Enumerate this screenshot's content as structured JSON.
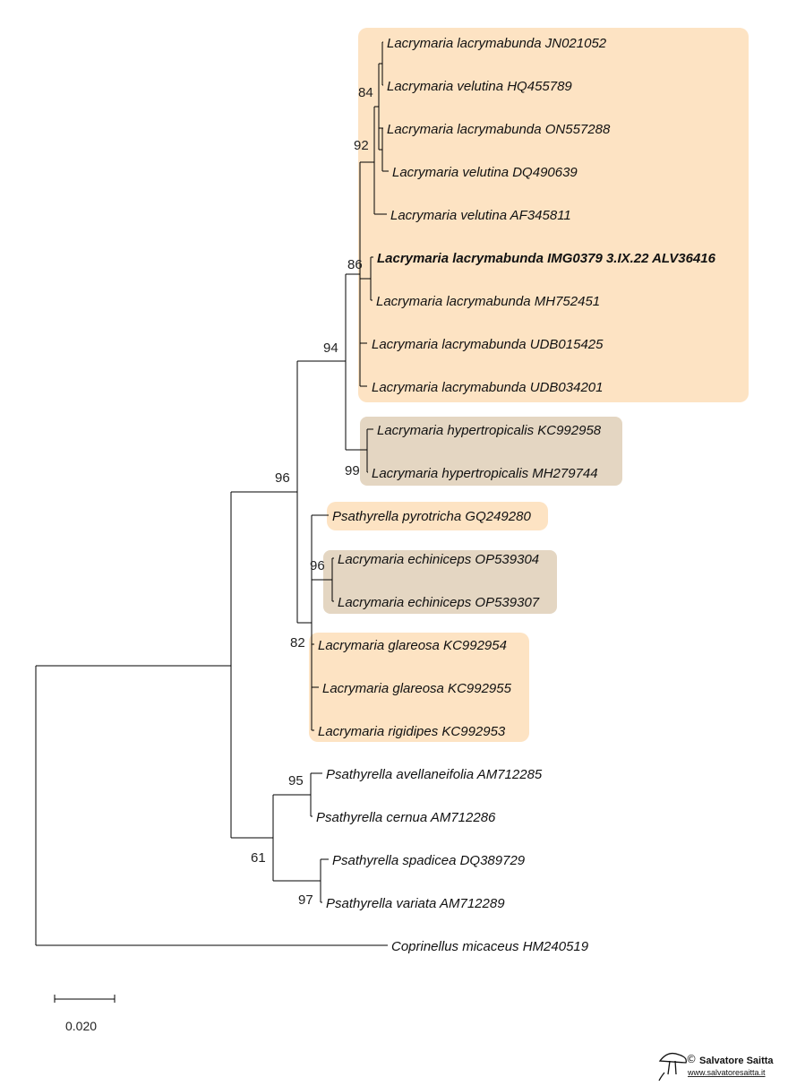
{
  "colors": {
    "clade_light": "#fde3c3",
    "clade_dark": "#e4d6c2",
    "branch": "#000000",
    "text": "#111111"
  },
  "leaves": [
    {
      "id": "l1",
      "label": "Lacrymaria lacrymabunda JN021052"
    },
    {
      "id": "l2",
      "label": "Lacrymaria velutina HQ455789"
    },
    {
      "id": "l3",
      "label": "Lacrymaria lacrymabunda ON557288"
    },
    {
      "id": "l4",
      "label": "Lacrymaria velutina DQ490639"
    },
    {
      "id": "l5",
      "label": "Lacrymaria velutina AF345811"
    },
    {
      "id": "l6",
      "label": "Lacrymaria lacrymabunda IMG0379 3.IX.22 ALV36416",
      "bold": true
    },
    {
      "id": "l7",
      "label": "Lacrymaria lacrymabunda MH752451"
    },
    {
      "id": "l8",
      "label": "Lacrymaria lacrymabunda UDB015425"
    },
    {
      "id": "l9",
      "label": "Lacrymaria lacrymabunda UDB034201"
    },
    {
      "id": "l10",
      "label": "Lacrymaria hypertropicalis KC992958"
    },
    {
      "id": "l11",
      "label": "Lacrymaria hypertropicalis MH279744"
    },
    {
      "id": "l12",
      "label": "Psathyrella pyrotricha GQ249280"
    },
    {
      "id": "l13",
      "label": "Lacrymaria echiniceps OP539304"
    },
    {
      "id": "l14",
      "label": "Lacrymaria echiniceps OP539307"
    },
    {
      "id": "l15",
      "label": "Lacrymaria glareosa KC992954"
    },
    {
      "id": "l16",
      "label": "Lacrymaria glareosa KC992955"
    },
    {
      "id": "l17",
      "label": "Lacrymaria rigidipes KC992953"
    },
    {
      "id": "l18",
      "label": "Psathyrella avellaneifolia AM712285"
    },
    {
      "id": "l19",
      "label": "Psathyrella cernua AM712286"
    },
    {
      "id": "l20",
      "label": "Psathyrella spadicea DQ389729"
    },
    {
      "id": "l21",
      "label": "Psathyrella variata AM712289"
    },
    {
      "id": "l22",
      "label": "Coprinellus micaceus HM240519"
    }
  ],
  "bootstrap": [
    "84",
    "92",
    "86",
    "94",
    "99",
    "96",
    "96",
    "82",
    "95",
    "61",
    "97"
  ],
  "scale_bar": {
    "label": "0.020",
    "length": 0.02
  },
  "watermark": {
    "name": "Salvatore Saitta",
    "url": "www.salvatoresaitta.it",
    "symbol": "©"
  }
}
